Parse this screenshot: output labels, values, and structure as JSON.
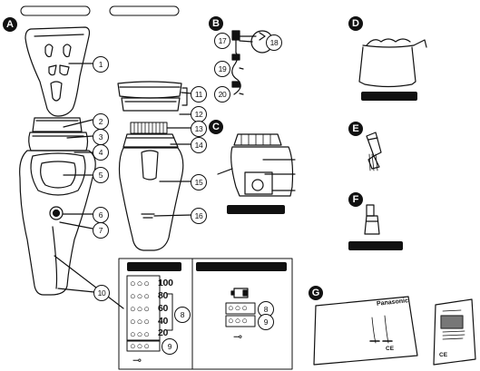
{
  "sections": {
    "a": "A",
    "b": "B",
    "c": "C",
    "d": "D",
    "e": "E",
    "f": "F",
    "g": "G"
  },
  "parts": {
    "p1": "1",
    "p2": "2",
    "p3": "3",
    "p4": "4",
    "p5": "5",
    "p6": "6",
    "p7": "7",
    "p8": "8",
    "p9": "9",
    "p10": "10",
    "p11": "11",
    "p12": "12",
    "p13": "13",
    "p14": "14",
    "p15": "15",
    "p16": "16",
    "p17": "17",
    "p18": "18",
    "p19": "19",
    "p20": "20",
    "c8": "8",
    "c9": "9"
  },
  "battery_levels": [
    "100",
    "80",
    "60",
    "40",
    "20"
  ],
  "leaflet": {
    "brand": "Panasonic",
    "ce": "CE"
  },
  "booklet": {
    "ce": "CE"
  }
}
